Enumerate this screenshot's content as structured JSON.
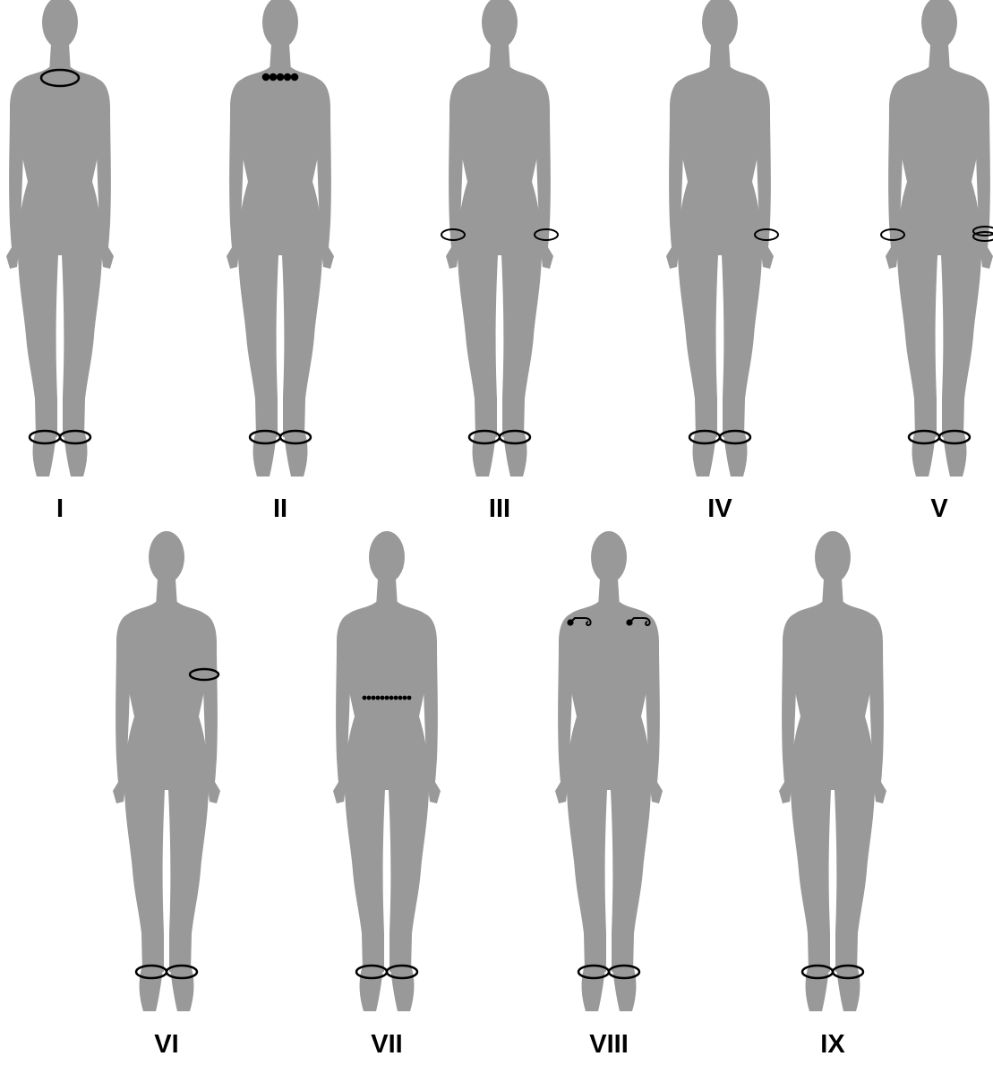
{
  "colors": {
    "figure": "#999999",
    "ornament": "#000000",
    "background": "#ffffff"
  },
  "figures": [
    {
      "label": "I",
      "ornaments": [
        "neck-ring",
        "anklets"
      ]
    },
    {
      "label": "II",
      "ornaments": [
        "bead-necklace",
        "anklets"
      ]
    },
    {
      "label": "III",
      "ornaments": [
        "bracelet-right-wrist",
        "bracelet-left-wrist",
        "anklets"
      ]
    },
    {
      "label": "IV",
      "ornaments": [
        "bracelet-left-wrist",
        "anklets"
      ]
    },
    {
      "label": "V",
      "ornaments": [
        "bracelet-right-wrist",
        "double-bracelet-left-wrist",
        "anklets"
      ]
    },
    {
      "label": "VI",
      "ornaments": [
        "armband-left-upper-arm",
        "anklets"
      ]
    },
    {
      "label": "VII",
      "ornaments": [
        "bead-waist-chain",
        "anklets"
      ]
    },
    {
      "label": "VIII",
      "ornaments": [
        "shoulder-fibulae",
        "anklets"
      ]
    },
    {
      "label": "IX",
      "ornaments": [
        "anklets"
      ]
    }
  ]
}
